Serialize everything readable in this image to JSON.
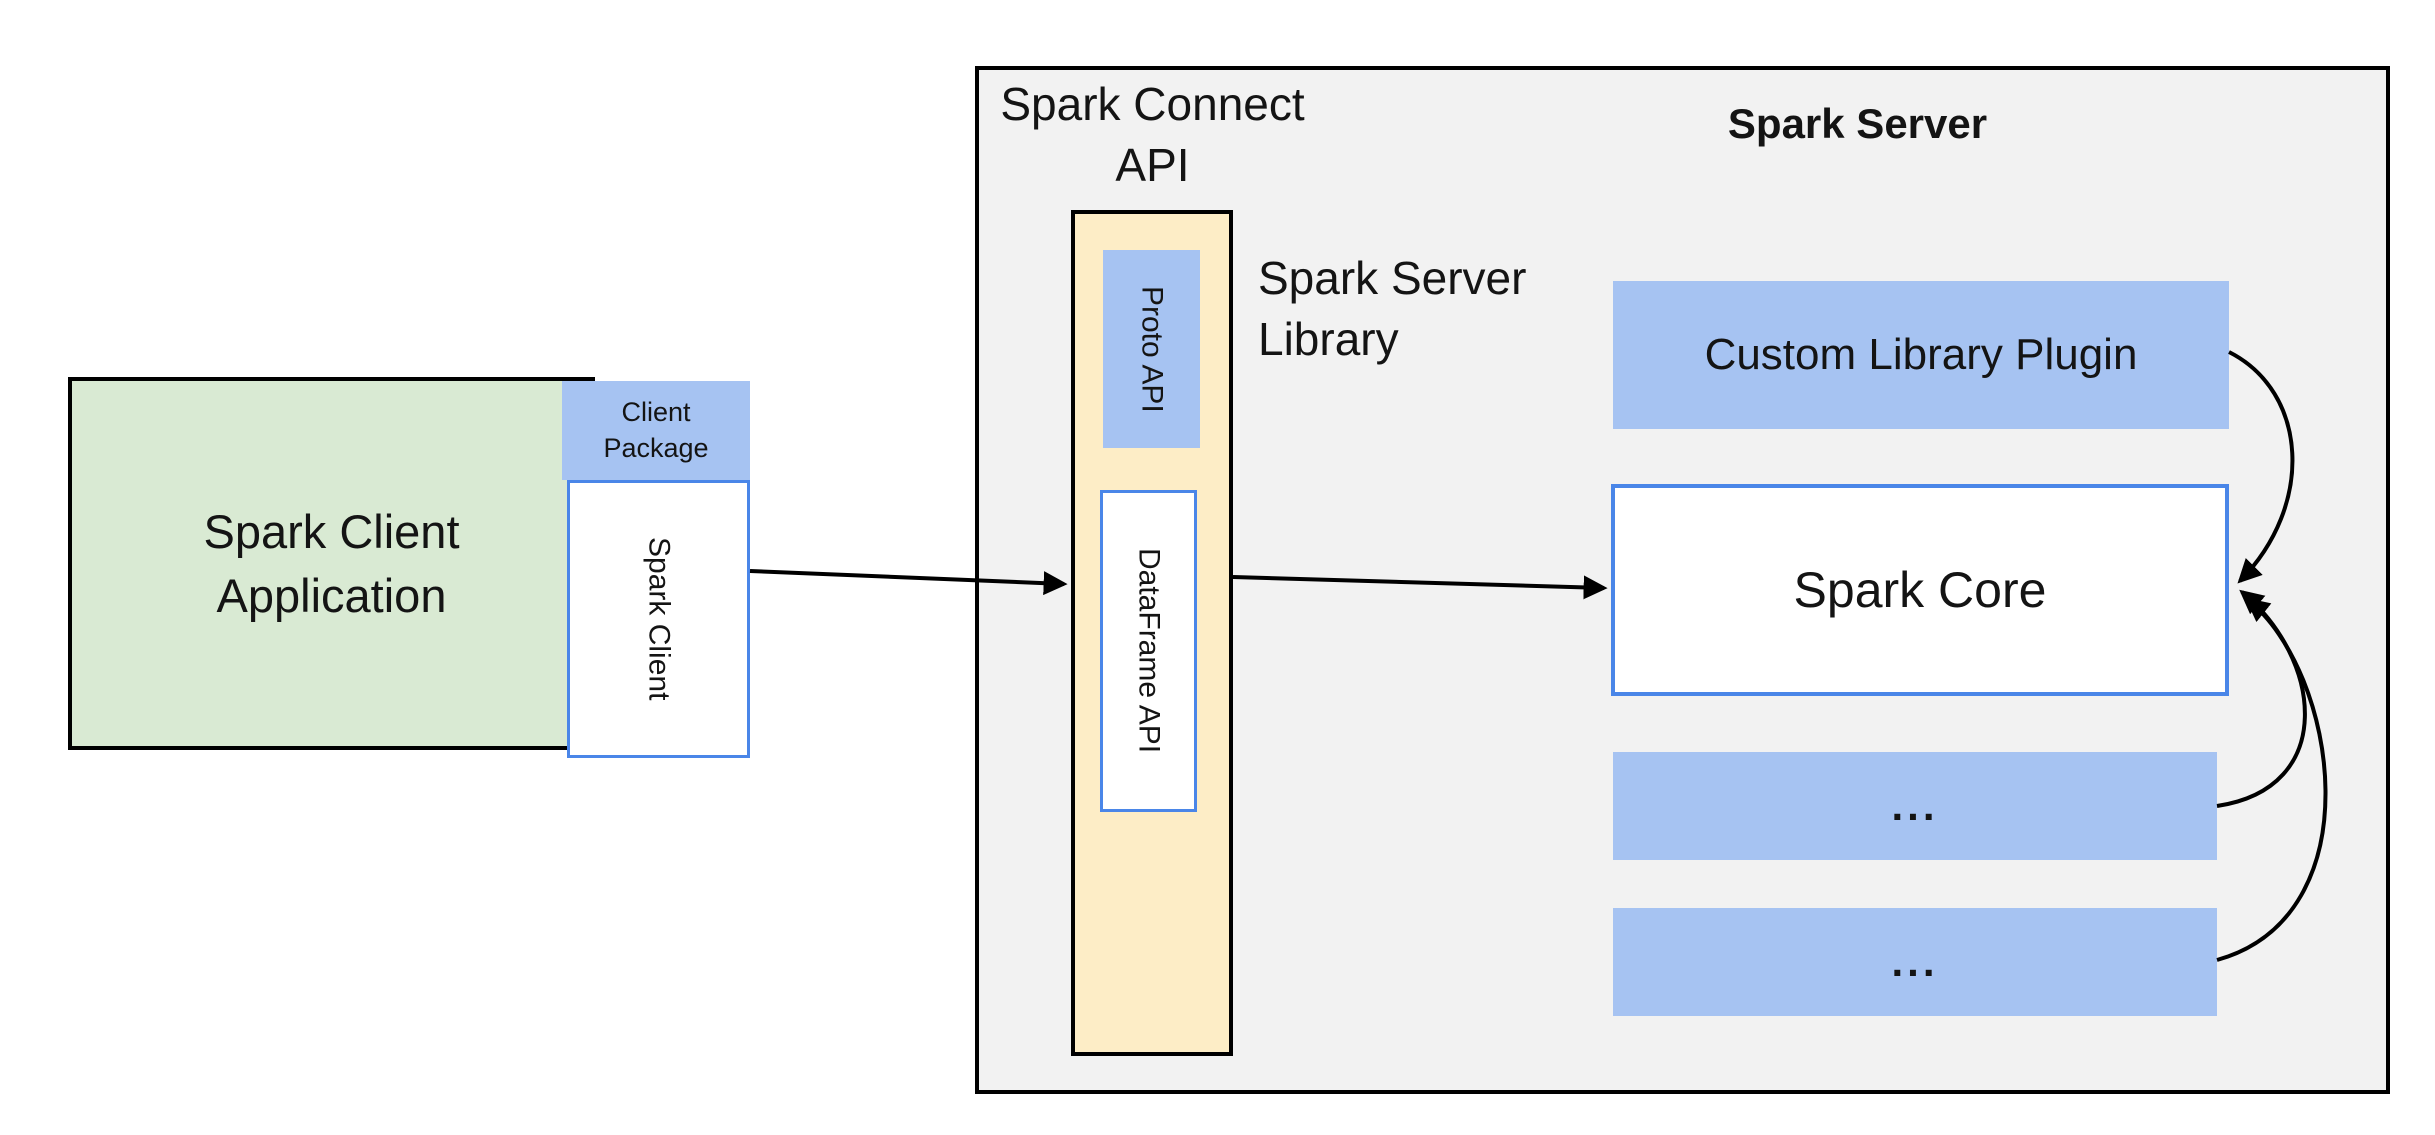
{
  "colors": {
    "panel_fill": "#f2f2f2",
    "green_fill": "#d9ead3",
    "blue_fill": "#a6c3f2",
    "blue_border": "#4a86e8",
    "yellow_fill": "#fdedc6",
    "line": "#000000",
    "text": "#141414"
  },
  "labels": {
    "spark_connect_api": "Spark Connect\nAPI",
    "spark_server": "Spark Server",
    "spark_server_library": "Spark Server\nLibrary",
    "client_application": "Spark Client\nApplication",
    "client_package": "Client\nPackage",
    "spark_client": "Spark Client",
    "proto_api": "Proto API",
    "dataframe_api": "DataFrame API",
    "custom_library_plugin": "Custom Library Plugin",
    "spark_core": "Spark Core",
    "ellipsis_box_1": "...",
    "ellipsis_box_2": "..."
  }
}
